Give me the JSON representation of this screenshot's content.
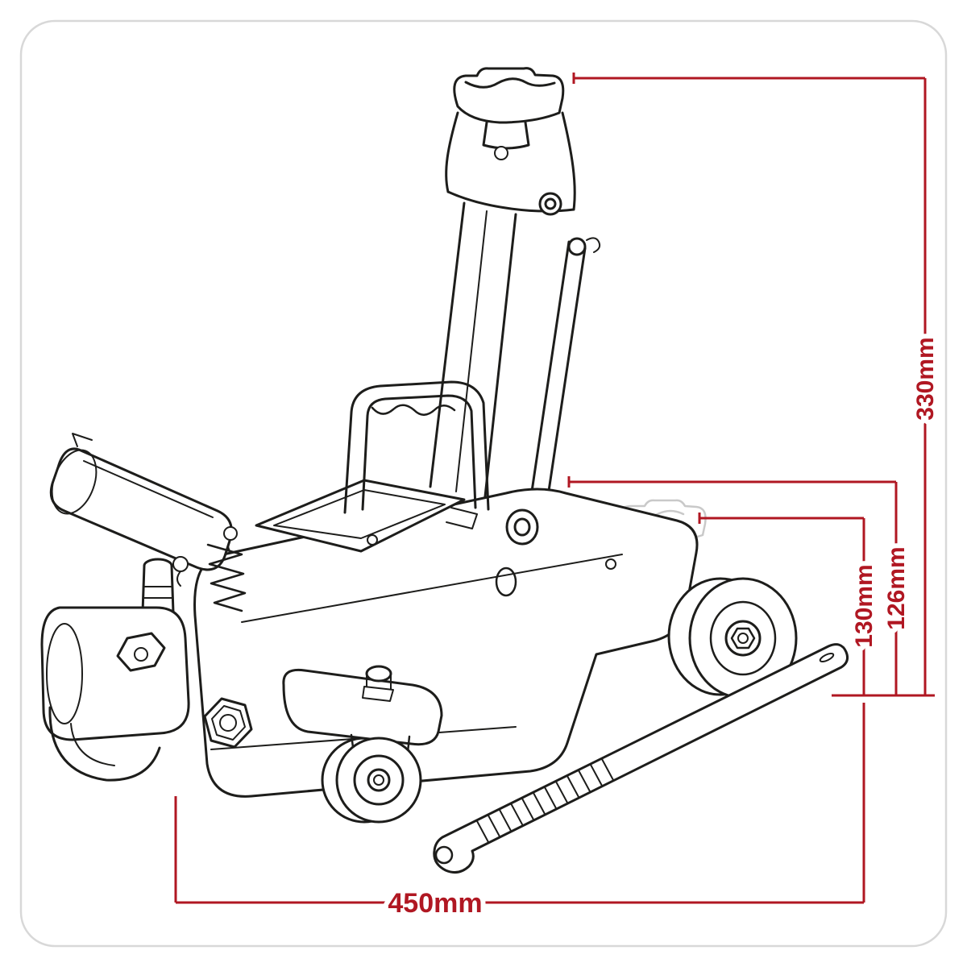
{
  "canvas": {
    "background": "#ffffff",
    "border_color": "#d8d8d8"
  },
  "drawing": {
    "subject": "trolley-jack-line-drawing",
    "line_color": "#1d1d1b",
    "ghost_color": "#c9c9c9"
  },
  "dimensions": {
    "color": "#b01722",
    "d330": {
      "label": "330mm"
    },
    "d126": {
      "label": "126mm"
    },
    "d130": {
      "label": "130mm"
    },
    "d450": {
      "label": "450mm"
    }
  }
}
